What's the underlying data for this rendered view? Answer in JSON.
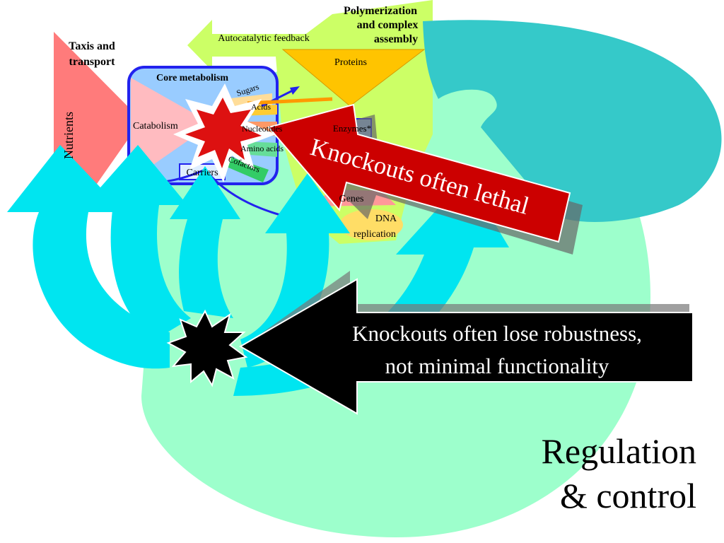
{
  "diagram": {
    "labels": {
      "taxis": [
        "Taxis and",
        "transport"
      ],
      "nutrients": "Nutrients",
      "core_metabolism": "Core metabolism",
      "catabolism": "Catabolism",
      "carriers": "Carriers",
      "sugars": "Sugars",
      "acids": "Acids",
      "nucleotides": "Nucleotides",
      "amino_acids": "Amino acids",
      "cofactors": "Cofactors",
      "polymerization": [
        "Polymerization",
        "and complex",
        "assembly"
      ],
      "autocatalytic": "Autocatalytic feedback",
      "proteins": "Proteins",
      "enzymes": "Enzymes*",
      "genes": "Genes",
      "dna_replication": [
        "DNA",
        "replication"
      ]
    },
    "callouts": {
      "lethal": "Knockouts often lethal",
      "robustness": [
        "Knockouts often lose robustness,",
        "not minimal functionality"
      ]
    },
    "regulation": [
      "Regulation",
      "& control"
    ],
    "colors": {
      "teal": "#35c9c9",
      "mint": "#9dffcc",
      "cyan": "#00e5f0",
      "lime": "#ccff66",
      "salmon": "#ff7b7b",
      "pink": "#ffbbc0",
      "blue": "#2222ee",
      "gold": "#ffc400",
      "red": "#cc0000",
      "black": "#000000"
    }
  }
}
